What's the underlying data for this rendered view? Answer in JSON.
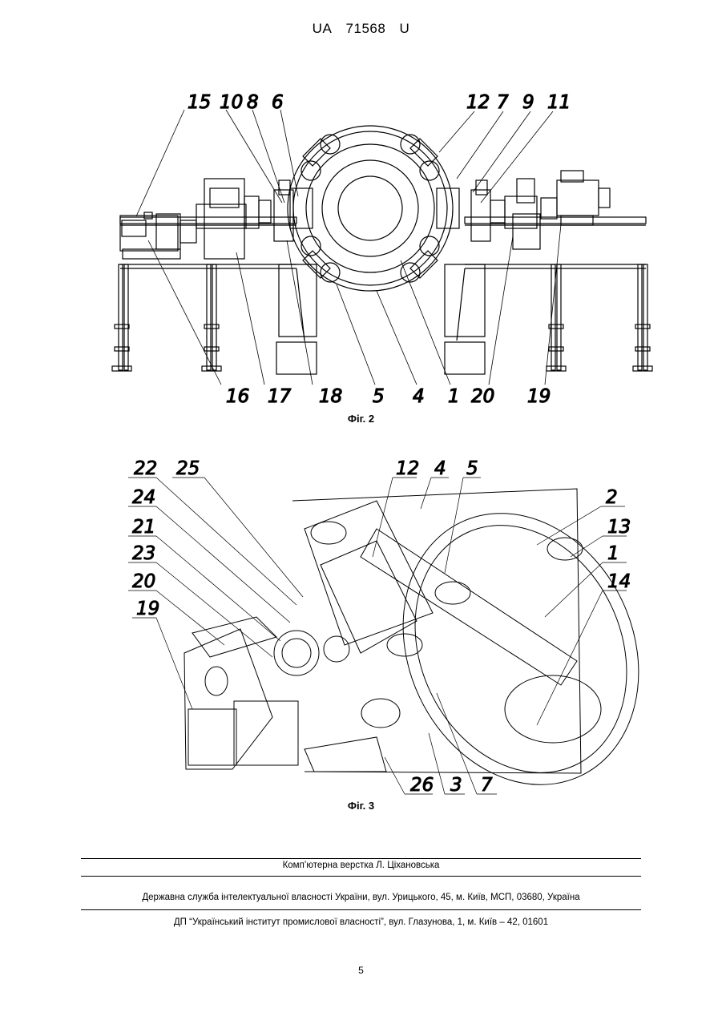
{
  "header": {
    "doc_prefix": "UA",
    "doc_number": "71568",
    "doc_kind": "U"
  },
  "figure2": {
    "caption": "Фіг. 2",
    "callouts_top": [
      "15",
      "10",
      "8",
      "6",
      "12",
      "7",
      "9",
      "11"
    ],
    "callouts_bottom": [
      "16",
      "17",
      "18",
      "5",
      "4",
      "1",
      "20",
      "19"
    ]
  },
  "figure3": {
    "caption": "Фіг. 3",
    "callouts": [
      "22",
      "25",
      "24",
      "21",
      "23",
      "20",
      "19",
      "12",
      "4",
      "5",
      "2",
      "13",
      "1",
      "14",
      "26",
      "3",
      "7"
    ]
  },
  "footer": {
    "layout_credit": "Комп’ютерна верстка Л. Ціхановська",
    "agency": "Державна служба інтелектуальної власності України, вул. Урицького, 45, м. Київ, МСП, 03680, Україна",
    "institute": "ДП “Український інститут промислової власності”, вул. Глазунова, 1, м. Київ – 42, 01601"
  },
  "page_number": "5"
}
